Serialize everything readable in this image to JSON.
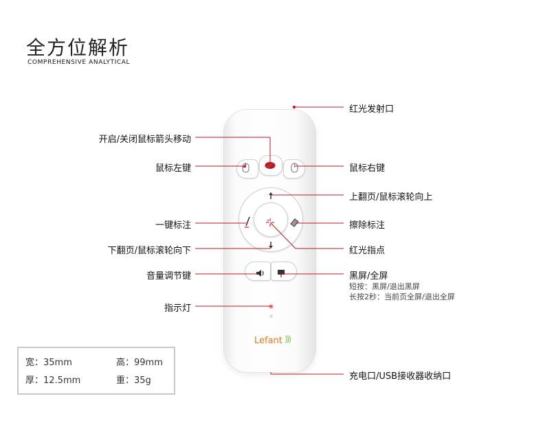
{
  "title": "全方位解析",
  "subtitle": "COMPREHENSIVE ANALYTICAL",
  "labels": {
    "laser_emitter": "红光发射口",
    "toggle_mouse": "开启/关闭鼠标箭头移动",
    "left_click": "鼠标左键",
    "right_click": "鼠标右键",
    "page_up": "上翻页/鼠标滚轮向上",
    "annotate": "一键标注",
    "erase": "擦除标注",
    "page_down": "下翻页/鼠标滚轮向下",
    "laser_point": "红光指点",
    "volume": "音量调节键",
    "blackscreen": "黑屏/全屏",
    "blackscreen_short": "短按：黑屏/退出黑屏",
    "blackscreen_long": "长按2秒：当前页全屏/退出全屏",
    "indicator": "指示灯",
    "charging": "充电口/USB接收器收纳口"
  },
  "specs": {
    "width": "宽：35mm",
    "height": "高：99mm",
    "thickness": "厚：12.5mm",
    "weight": "重：35g"
  },
  "brand": "Lefant",
  "colors": {
    "leader": "#c4161c",
    "brand": "#e0781a",
    "brand_green": "#7fc241"
  }
}
